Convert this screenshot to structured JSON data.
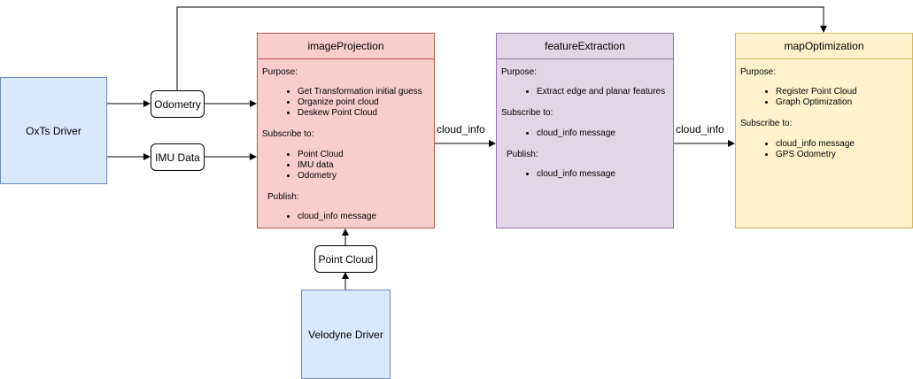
{
  "drivers": {
    "oxts": "OxTs Driver",
    "velodyne": "Velodyne Driver"
  },
  "messages": {
    "odometry": "Odometry",
    "imu": "IMU Data",
    "point_cloud": "Point Cloud"
  },
  "nodes": {
    "image_projection": {
      "title": "imageProjection",
      "purpose_label": "Purpose:",
      "purpose": [
        "Get Transformation initial guess",
        "Organize point cloud",
        "Deskew Point Cloud"
      ],
      "subscribe_label": "Subscribe to:",
      "subscribe": [
        "Point Cloud",
        "IMU data",
        "Odometry"
      ],
      "publish_label": "Publish:",
      "publish": [
        "cloud_info message"
      ]
    },
    "feature_extraction": {
      "title": "featureExtraction",
      "purpose_label": "Purpose:",
      "purpose": [
        "Extract edge and planar features"
      ],
      "subscribe_label": "Subscribe to:",
      "subscribe": [
        "cloud_info message"
      ],
      "publish_label": "Publish:",
      "publish": [
        "cloud_info message"
      ]
    },
    "map_optimization": {
      "title": "mapOptimization",
      "purpose_label": "Purpose:",
      "purpose": [
        "Register Point Cloud",
        "Graph Optimization"
      ],
      "subscribe_label": "Subscribe to:",
      "subscribe": [
        "cloud_info message",
        "GPS Odometry"
      ]
    }
  },
  "edge_labels": {
    "ip_to_fe": "cloud_info",
    "fe_to_mo": "cloud_info"
  },
  "colors": {
    "driver_fill": "#dae8fc",
    "image_projection_fill": "#f8cecc",
    "feature_extraction_fill": "#e1d5e7",
    "map_optimization_fill": "#fff2cc"
  }
}
